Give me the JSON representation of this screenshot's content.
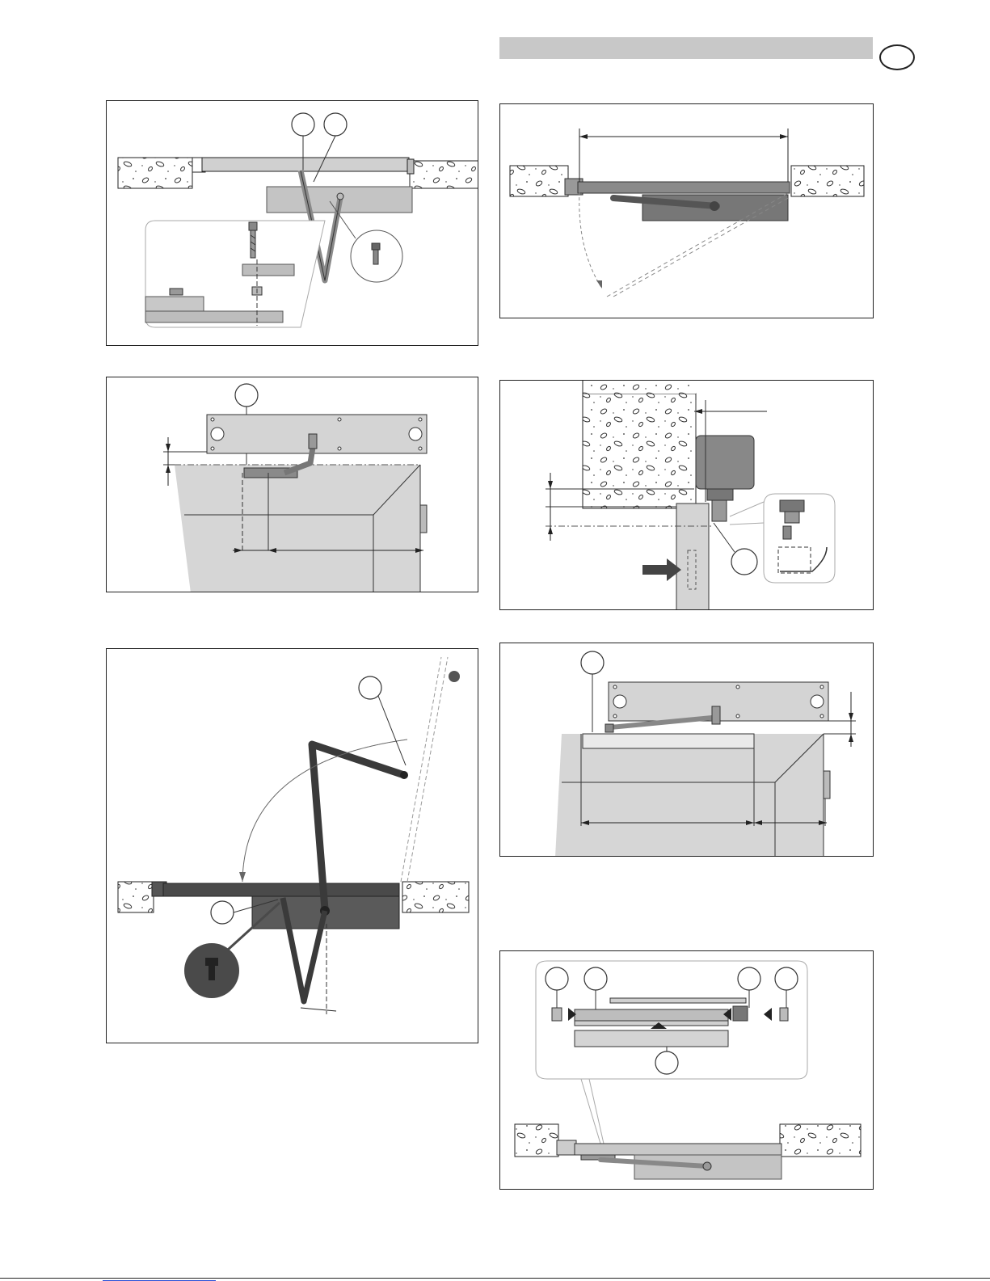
{
  "page": {
    "header_title": "",
    "language_badge": "",
    "footer_link": ""
  },
  "colors": {
    "panel_border": "#222222",
    "light_gray": "#c8c8c8",
    "medium_gray": "#8a8a8a",
    "dark_gray": "#4a4a4a",
    "header_bar": "#c8c8c8",
    "footer_link": "#2a4fd6"
  },
  "icons": {
    "callout": "callout-circle-icon",
    "screw": "screw-icon",
    "arrow": "push-arrow-icon"
  },
  "figures": [
    {
      "id": "fig-1",
      "description_visible": false
    },
    {
      "id": "fig-2",
      "description_visible": false
    },
    {
      "id": "fig-3",
      "description_visible": false
    },
    {
      "id": "fig-4",
      "description_visible": false
    },
    {
      "id": "fig-5",
      "description_visible": false
    },
    {
      "id": "fig-6",
      "description_visible": false
    },
    {
      "id": "fig-7",
      "description_visible": false
    }
  ]
}
